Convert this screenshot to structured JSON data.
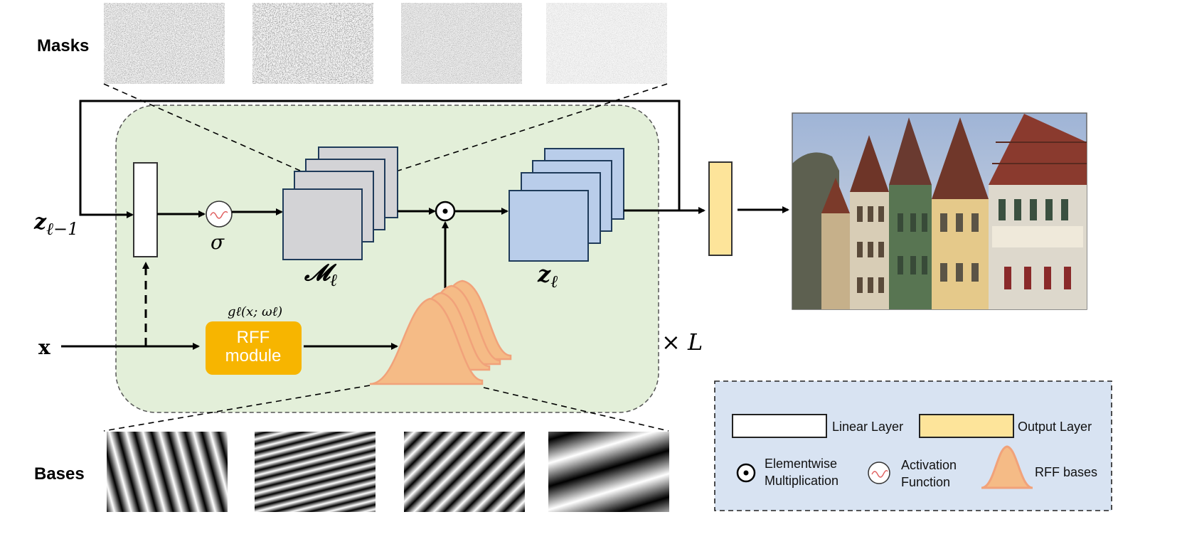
{
  "row_labels": {
    "masks": "Masks",
    "bases": "Bases"
  },
  "inputs": {
    "z_prev": "z",
    "z_prev_sub": "ℓ−1",
    "x": "x"
  },
  "activation_symbol": "σ",
  "mask_stack_label": "𝓜",
  "mask_stack_sub": "ℓ",
  "z_stack_label": "z",
  "z_stack_sub": "ℓ",
  "rff_formula": "gℓ(x; ωℓ)",
  "rff_module": {
    "line1": "RFF",
    "line2": "module"
  },
  "repeat_label": "× L",
  "legend": {
    "linear_layer": "Linear Layer",
    "output_layer": "Output Layer",
    "elementwise_line1": "Elementwise",
    "elementwise_line2": "Multiplication",
    "activation_line1": "Activation",
    "activation_line2": "Function",
    "rff_bases": "RFF bases"
  },
  "colors": {
    "block_bg": "#e3efd9",
    "mask_fill": "#d3d3d6",
    "z_fill": "#b9cdea",
    "output_fill": "#fde49a",
    "rff_fill": "#f7b500",
    "bump_fill": "#f5bb86",
    "legend_bg": "#d8e3f2"
  },
  "basis_count": 4,
  "mask_count": 4
}
